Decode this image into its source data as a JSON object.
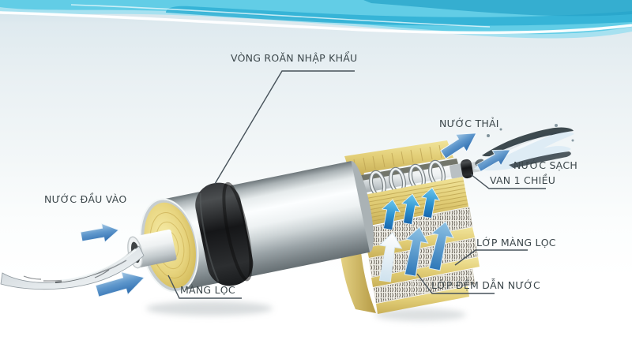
{
  "title": "RO membrane water filter cutaway diagram",
  "labels": {
    "gasket": "VÒNG ROĂN NHẬP KHẨU",
    "waste_water": "NƯỚC THẢI",
    "clean_water": "NƯỚC SẠCH",
    "check_valve": "VAN 1 CHIỀU",
    "inlet_water": "NƯỚC ĐẦU VÀO",
    "membrane": "MÀNG LỌC",
    "membrane_layer": "LỚP MÀNG LỌC",
    "water_cushion_layer": "LỚP ĐỆM DẪN NƯỚC"
  },
  "colors": {
    "wave_cyan": "#62cde6",
    "wave_teal_dark": "#2fafd4",
    "arrow_blue": "#2b6aad",
    "arrow_cyan": "#2f95d2",
    "membrane_yellow": "#e3cf78",
    "metal_silver": "#e6ebec",
    "gasket_dark": "#17181a",
    "label_text": "#3c474b",
    "background": "#e9f0f3"
  }
}
